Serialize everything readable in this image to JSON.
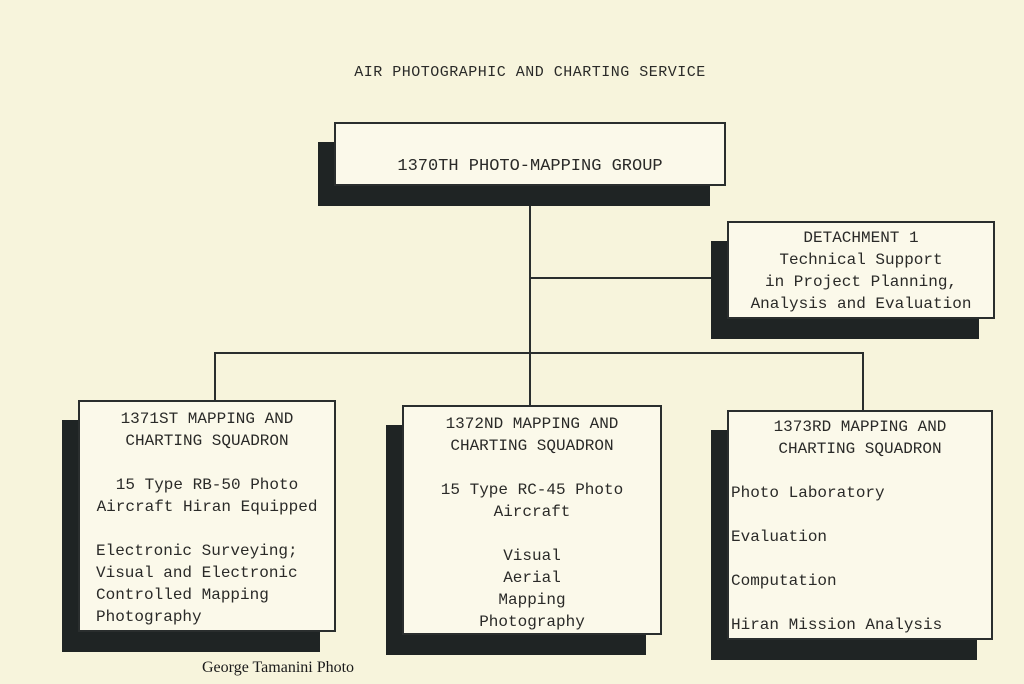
{
  "title": "AIR PHOTOGRAPHIC AND CHARTING SERVICE",
  "group": "1370TH PHOTO-MAPPING GROUP",
  "detachment": {
    "lines": [
      "DETACHMENT  1",
      "Technical Support",
      "in Project  Planning,",
      "Analysis and Evaluation"
    ]
  },
  "squadrons": [
    {
      "header": [
        "1371ST MAPPING AND",
        "CHARTING SQUADRON"
      ],
      "aircraft": [
        "15 Type RB-50 Photo",
        "Aircraft Hiran Equipped"
      ],
      "mission": [
        "Electronic Surveying;",
        "Visual and Electronic",
        "Controlled Mapping",
        "Photography"
      ]
    },
    {
      "header": [
        "1372ND MAPPING AND",
        "CHARTING SQUADRON"
      ],
      "aircraft": [
        "15 Type RC-45 Photo",
        "Aircraft"
      ],
      "mission": [
        "Visual",
        "Aerial",
        "Mapping",
        "Photography"
      ]
    },
    {
      "header": [
        "1373RD MAPPING AND",
        "CHARTING SQUADRON"
      ],
      "functions": [
        "Photo Laboratory",
        "Evaluation",
        "Computation",
        "Hiran Mission Analysis"
      ]
    }
  ],
  "caption": "George Tamanini Photo"
}
